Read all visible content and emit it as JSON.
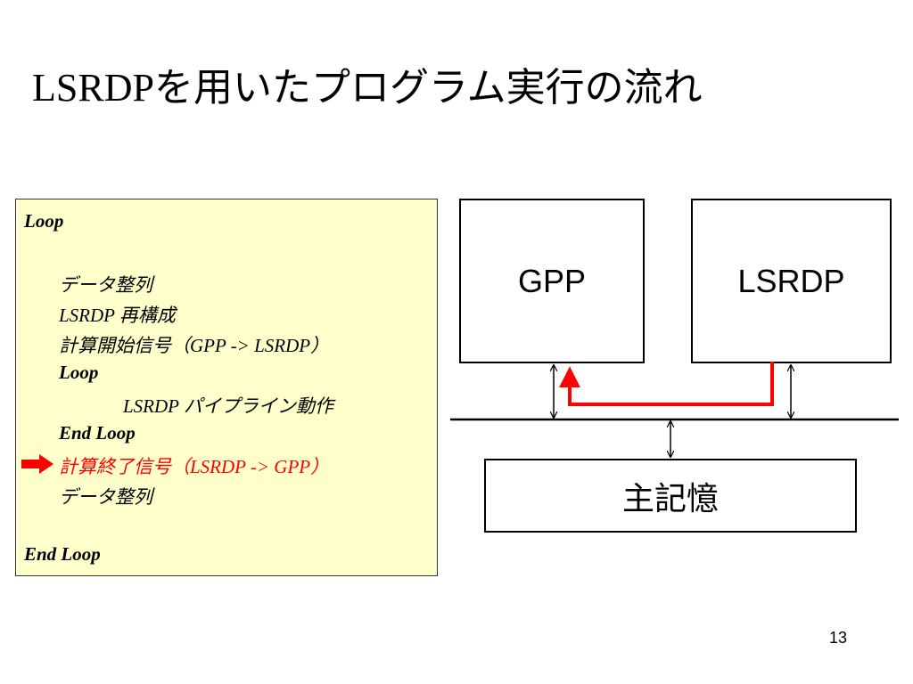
{
  "slide": {
    "title": "LSRDPを用いたプログラム実行の流れ",
    "page_number": "13"
  },
  "code": {
    "lines": [
      "Loop",
      "データ整列",
      "LSRDP 再構成",
      "計算開始信号（GPP -> LSRDP）",
      "Loop",
      "LSRDP パイプライン動作",
      "End Loop",
      "計算終了信号（LSRDP -> GPP）",
      "データ整列",
      "End Loop"
    ],
    "highlight_color": "#ff0000",
    "background_color": "#ffffcc"
  },
  "diagram": {
    "gpp_label": "GPP",
    "lsrdp_label": "LSRDP",
    "memory_label": "主記憶",
    "signal_arrow_color": "#ff0000"
  }
}
